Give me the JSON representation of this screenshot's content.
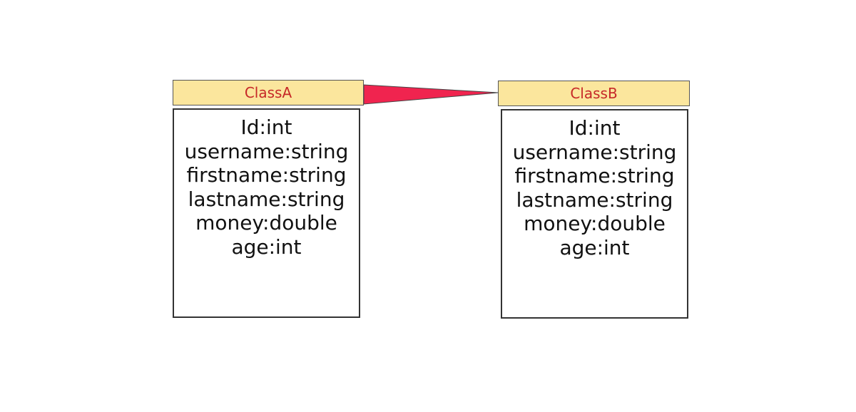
{
  "classes": [
    {
      "name": "ClassA",
      "attributes": [
        "Id:int",
        "username:string",
        "firstname:string",
        "lastname:string",
        "money:double",
        "age:int"
      ]
    },
    {
      "name": "ClassB",
      "attributes": [
        "Id:int",
        "username:string",
        "firstname:string",
        "lastname:string",
        "money:double",
        "age:int"
      ]
    }
  ],
  "colors": {
    "header_fill": "#fbe69d",
    "header_text": "#c62828",
    "connector_fill": "#f0244f"
  }
}
